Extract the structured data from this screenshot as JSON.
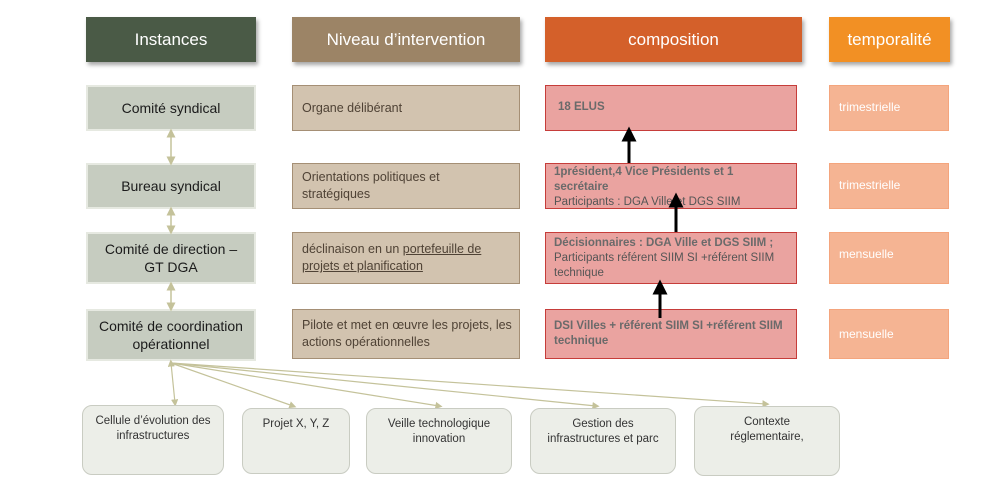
{
  "headers": {
    "instances": "Instances",
    "niveau": "Niveau d’intervention",
    "composition": "composition",
    "temporalite": "temporalité"
  },
  "rows": [
    {
      "instance": "Comité syndical",
      "niveau": "Organe délibérant",
      "composition_bold": "18 ELUS",
      "temporalite": "trimestrielle"
    },
    {
      "instance": "Bureau syndical",
      "niveau": "Orientations  politiques et stratégiques",
      "composition_bold": "1président,4  Vice Présidents et 1 secrétaire",
      "composition_extra": "Participants : DGA Ville et DGS SIIM",
      "temporalite": "trimestrielle"
    },
    {
      "instance_line1": "Comité de direction –",
      "instance_line2": "GT DGA",
      "niveau_plain": "déclinaison en un ",
      "niveau_underlined": "portefeuille de projets et planification",
      "composition_bold": "Décisionnaires : DGA Ville et DGS SIIM  ;",
      "composition_extra": "Participants référent SIIM SI +référent SIIM technique",
      "temporalite": "mensuelle"
    },
    {
      "instance_line1": "Comité de coordination",
      "instance_line2": "opérationnel",
      "niveau": "Pilote et met en œuvre les projets, les actions opérationnelles",
      "composition_bold": "DSI Villes + référent SIIM SI +référent SIIM technique",
      "temporalite": "mensuelle"
    }
  ],
  "bottom_boxes": [
    {
      "line1": "Cellule  d’évolution des",
      "line2": "infrastructures"
    },
    {
      "line1": "Projet X, Y, Z"
    },
    {
      "line1": "Veille technologique",
      "line2": "innovation"
    },
    {
      "line1": "Gestion des",
      "line2": "infrastructures et parc"
    },
    {
      "line1": "Contexte",
      "line2": "réglementaire,"
    }
  ],
  "colors": {
    "instances_header": "#4a5a46",
    "niveau_header": "#9c8466",
    "composition_header": "#d4602a",
    "temporalite_header": "#f29024",
    "connector": "#c4c29a",
    "arrow": "#000000"
  }
}
